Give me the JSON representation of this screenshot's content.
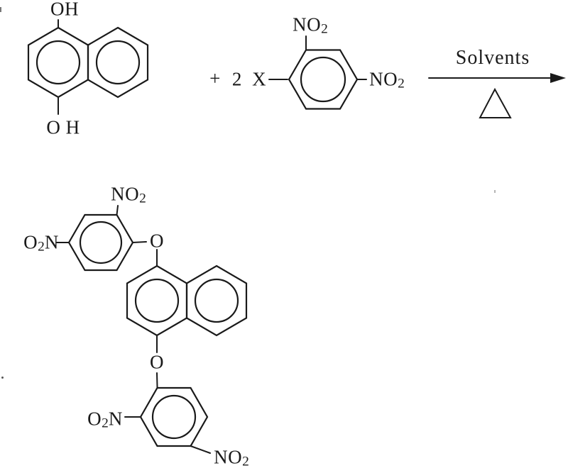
{
  "figure": {
    "kind": "chemical-reaction-scheme",
    "background": "#ffffff",
    "ink_color": "#1a1a1a"
  },
  "reactant_diol": {
    "name": "naphthalene-1,4-diol",
    "hydroxyl_top": "OH",
    "hydroxyl_bottom": "O H"
  },
  "operators": {
    "plus": "+",
    "stoichiometry": "2 X"
  },
  "reagent_dinitrobenzene": {
    "name": "1-X-2,4-dinitrobenzene",
    "nitro_top": {
      "main": "NO",
      "sub": "2"
    },
    "nitro_right": {
      "main": "NO",
      "sub": "2"
    }
  },
  "arrow": {
    "label": "Solvents",
    "below_symbol": "heat-delta-triangle"
  },
  "product": {
    "name": "1,4-bis(2,4-dinitrophenoxy)naphthalene",
    "top_phenyl": {
      "nitro_top": {
        "main": "NO",
        "sub": "2"
      },
      "nitro_left": {
        "pre": "O",
        "sub": "2",
        "post": "N"
      }
    },
    "ether_top": "O",
    "ether_bottom": "O",
    "bottom_phenyl": {
      "nitro_left": {
        "pre": "O",
        "sub": "2",
        "post": "N"
      },
      "nitro_bottom": {
        "main": "NO",
        "sub": "2"
      }
    }
  }
}
